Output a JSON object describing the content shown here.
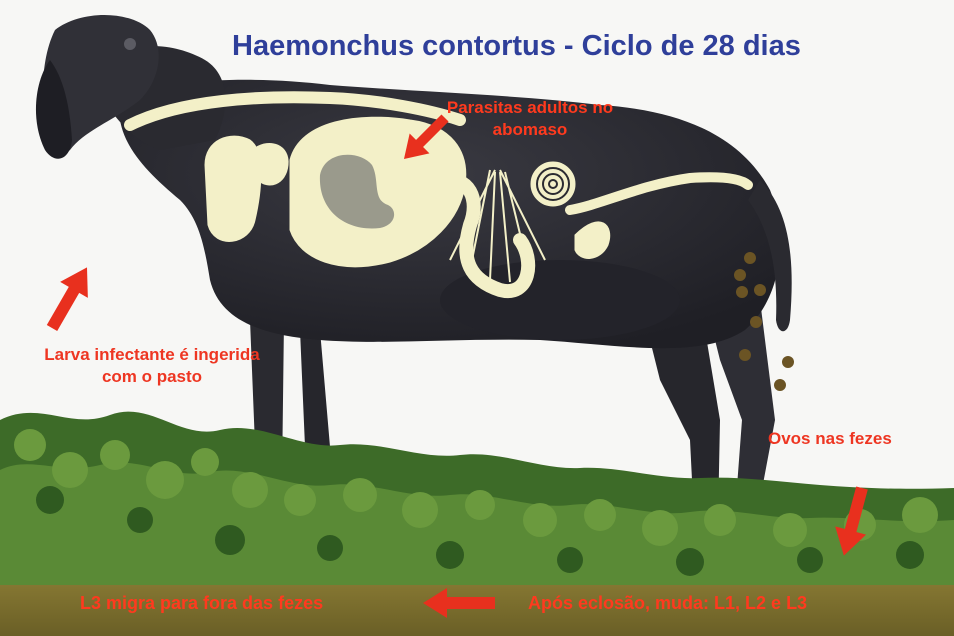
{
  "diagram": {
    "title": "Haemonchus contortus - Ciclo de 28 dias",
    "labels": {
      "adults": "Parasitas adultos no abomaso",
      "larva": "Larva infectante é ingerida com o pasto",
      "eggs": "Ovos nas fezes",
      "migrate": "L3 migra para fora das fezes",
      "hatch": "Após eclosão, muda: L1, L2 e L3"
    }
  },
  "colors": {
    "title": "#2f3f9a",
    "label": "#ee3622",
    "arrow": "#e8301e",
    "sheep": "#2b2b31",
    "organs": "#f3f0c8",
    "grass": "#4f7a32",
    "soil": "#7c6f2d",
    "eggs": "#6b5424"
  }
}
